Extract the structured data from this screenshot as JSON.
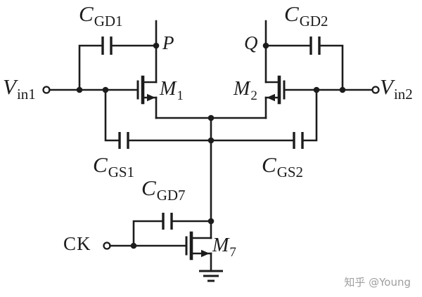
{
  "diagram": {
    "type": "circuit-schematic",
    "watermark": "知乎 @Young",
    "labels": {
      "cgd1": {
        "main": "C",
        "sub": "GD1"
      },
      "cgd2": {
        "main": "C",
        "sub": "GD2"
      },
      "cgs1": {
        "main": "C",
        "sub": "GS1"
      },
      "cgs2": {
        "main": "C",
        "sub": "GS2"
      },
      "cgd7": {
        "main": "C",
        "sub": "GD7"
      },
      "m1": {
        "main": "M",
        "sub": "1"
      },
      "m2": {
        "main": "M",
        "sub": "2"
      },
      "m7": {
        "main": "M",
        "sub": "7"
      },
      "vin1": {
        "main": "V",
        "sub": "in1"
      },
      "vin2": {
        "main": "V",
        "sub": "in2"
      },
      "p": {
        "main": "P",
        "sub": ""
      },
      "q": {
        "main": "Q",
        "sub": ""
      },
      "ck": {
        "main": "CK",
        "sub": ""
      }
    },
    "colors": {
      "wire": "#1c1c1c",
      "background": "#ffffff",
      "watermark": "#9e9e9e"
    }
  }
}
